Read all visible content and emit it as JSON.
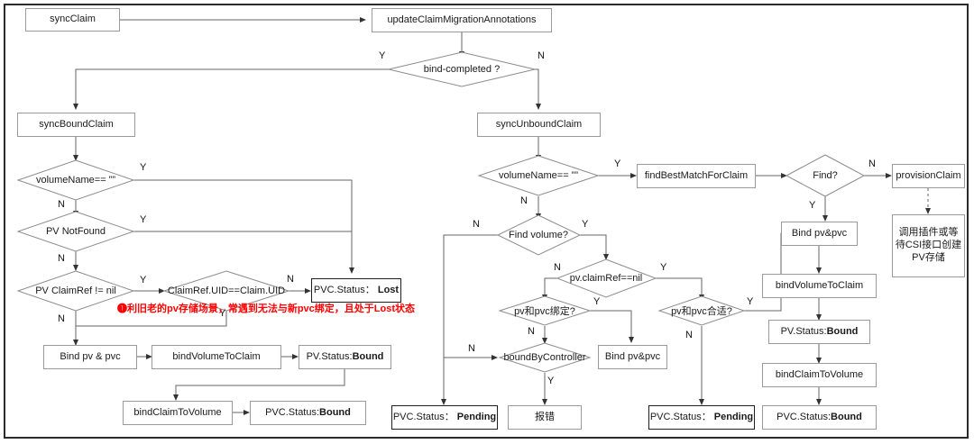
{
  "diagram": {
    "title": "Kubernetes PV/PVC bind controller flowchart",
    "annotation_red": "❶利旧老的pv存储场景，常遇到无法与新pvc绑定，且处于Lost状态",
    "colors": {
      "border": "#9a9a9a",
      "border_dark": "#1f1f1f",
      "frame": "#2b2b2b",
      "annotation": "#ff0000",
      "line": "#555555"
    },
    "nodes": {
      "sync_claim": "syncClaim",
      "update_annotations": "updateClaimMigrationAnnotations",
      "bind_completed": "bind-completed ?",
      "sync_bound_claim": "syncBoundClaim",
      "sync_unbound_claim": "syncUnboundClaim",
      "vol_name_empty_left": "volumeName==  ””",
      "vol_name_empty_right": "volumeName==  ””",
      "pv_notfound": "PV NotFound",
      "pv_claimref_notnil": "PV ClaimRef != nil",
      "claimref_uid_eq": "ClaimRef.UID==Claim.UID",
      "pvc_status_lost": "PVC.Status：",
      "pvc_status_lost_val": "Lost",
      "bind_pv_pvc_left": "Bind pv & pvc",
      "bind_volume_to_claim_left": "bindVolumeToClaim",
      "pv_status_bound_left": "PV.Status: ",
      "pv_status_bound_left_val": "Bound",
      "bind_claim_to_volume_left": "bindClaimToVolume",
      "pvc_status_bound_left": "PVC.Status: ",
      "pvc_status_bound_left_val": "Bound",
      "find_best_match": "findBestMatchForClaim",
      "find_q": "Find?",
      "provision_claim": "provisionClaim",
      "csi_note_l1": "调用插件或等",
      "csi_note_l2": "待CSI接口创建",
      "csi_note_l3": "PV存储",
      "find_volume_q": "Find volume?",
      "pv_claimref_eq_nil": "pv.claimRef==nil",
      "pv_pvc_bound_q": "pv和pvc绑定?",
      "pv_pvc_fit_q": "pv和pvc合适?",
      "bound_by_controller": "boundByController",
      "bind_pv_pvc_mid": "Bind pv&pvc",
      "bind_pv_pvc_right": "Bind pv&pvc",
      "bind_volume_to_claim_right": "bindVolumeToClaim",
      "pv_status_bound_right": "PV.Status: ",
      "pv_status_bound_right_val": "Bound",
      "bind_claim_to_volume_right": "bindClaimToVolume",
      "pvc_status_bound_right": "PVC.Status: ",
      "pvc_status_bound_right_val": "Bound",
      "pvc_status_pending_left": "PVC.Status：",
      "pvc_status_pending_left_val": "Pending",
      "pvc_status_pending_right": "PVC.Status：",
      "pvc_status_pending_right_val": "Pending",
      "error_box": "报错"
    },
    "edge_labels": {
      "bind_completed_y": "Y",
      "bind_completed_n": "N",
      "volname_left_y": "Y",
      "volname_left_n": "N",
      "pv_notfound_y": "Y",
      "pv_notfound_n": "N",
      "claimref_notnil_y": "Y",
      "claimref_notnil_n": "N",
      "uid_eq_n": "N",
      "uid_eq_y": "Y",
      "volname_right_y": "Y",
      "volname_right_n": "N",
      "find_q_n": "N",
      "find_q_y": "Y",
      "find_volume_n": "N",
      "find_volume_y": "Y",
      "claimref_nil_n": "N",
      "claimref_nil_y": "Y",
      "pv_pvc_bound_y": "Y",
      "pv_pvc_bound_n": "N",
      "bound_by_ctrl_n": "N",
      "bound_by_ctrl_y": "Y",
      "pv_pvc_fit_y": "Y",
      "pv_pvc_fit_n": "N"
    }
  }
}
